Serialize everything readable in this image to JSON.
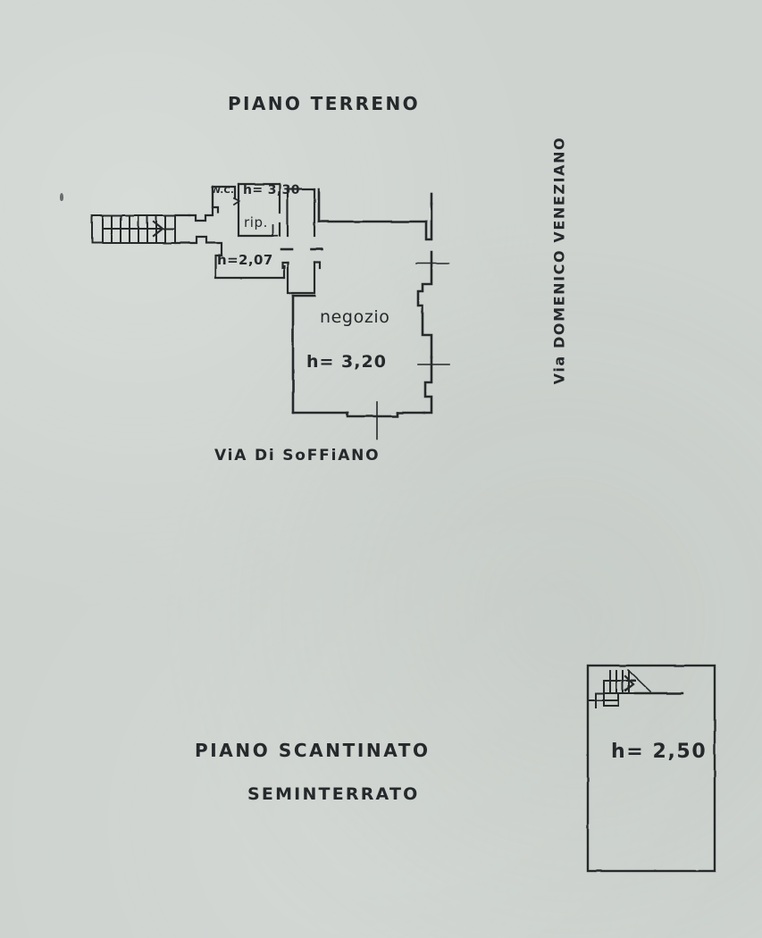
{
  "document": {
    "kind": "architectural-floor-plan",
    "background_color": "#ced3cf",
    "ink_color": "#26292b"
  },
  "ground_floor": {
    "title": "PIANO TERRENO",
    "rooms": [
      {
        "name": "negozio",
        "height_label": "h= 3,20"
      },
      {
        "name": "rip.",
        "height_label": "h= 3,30"
      },
      {
        "name": "W.C.",
        "height_label": ""
      }
    ],
    "negozio_label": "negozio",
    "negozio_height": "h= 3,20",
    "rip_label": "rip.",
    "rip_height": "h= 3,30",
    "wc_label": "W.C.",
    "corridor_height": "h=2,07",
    "streets": {
      "south": "ViA Di SoFFiANO",
      "east": "Via DOMENICO VENEZIANO"
    }
  },
  "basement": {
    "title": "PIANO SCANTINATO",
    "subtitle": "SEMINTERRATO",
    "height_label": "h= 2,50"
  }
}
